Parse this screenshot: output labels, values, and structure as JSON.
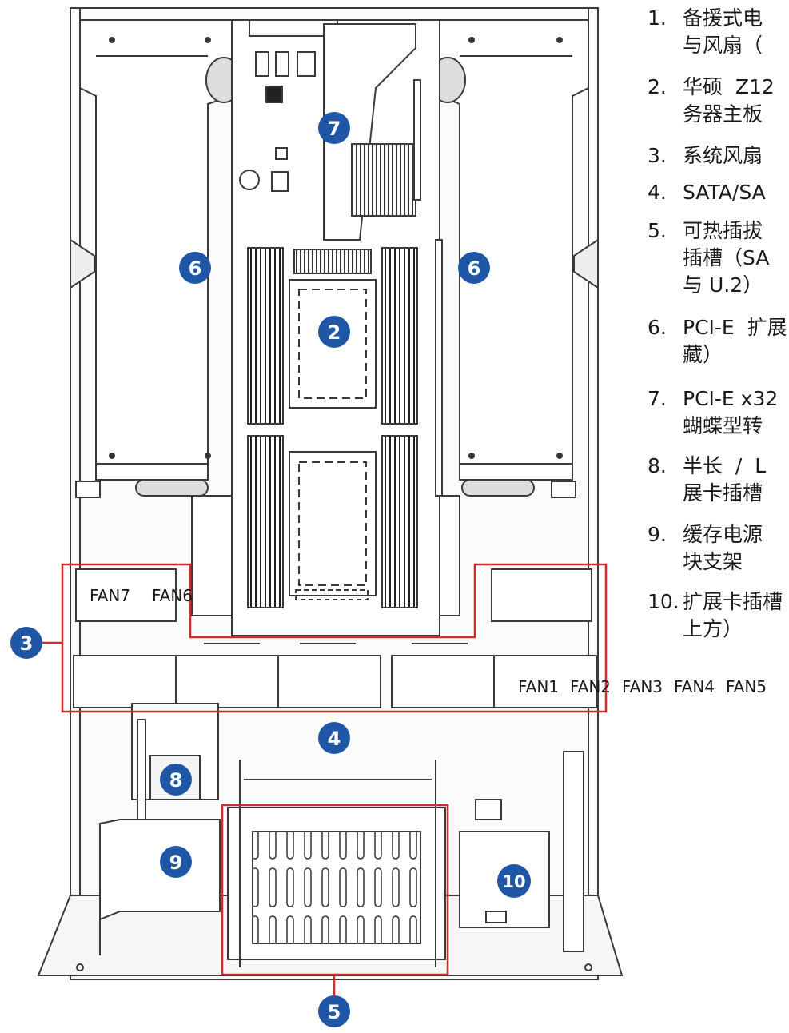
{
  "legend": [
    {
      "num": "1.",
      "text": "备援式电\n与风扇（"
    },
    {
      "num": "2.",
      "text": "华硕  Z12\n务器主板"
    },
    {
      "num": "3.",
      "text": "系统风扇"
    },
    {
      "num": "4.",
      "text": "SATA/SA"
    },
    {
      "num": "5.",
      "text": "可热插拔\n插槽（SA\n与 U.2）"
    },
    {
      "num": "6.",
      "text": "PCI-E  扩展\n藏）"
    },
    {
      "num": "7.",
      "text": "PCI-E x32\n蝴蝶型转"
    },
    {
      "num": "8.",
      "text": "半长  /  L\n展卡插槽"
    },
    {
      "num": "9.",
      "text": "缓存电源\n块支架"
    },
    {
      "num": "10.",
      "text": "扩展卡插槽\n上方）"
    }
  ],
  "fan_labels": {
    "fan7": "FAN7",
    "fan6": "FAN6",
    "fan1": "FAN1",
    "fan2": "FAN2",
    "fan3": "FAN3",
    "fan4": "FAN4",
    "fan5": "FAN5"
  },
  "callouts": {
    "c2": "2",
    "c3": "3",
    "c4": "4",
    "c5": "5",
    "c6_left": "6",
    "c6_right": "6",
    "c7": "7",
    "c8": "8",
    "c9": "9",
    "c10": "10"
  },
  "colors": {
    "callout_fill": "#1f57a6",
    "highlight_red": "#d22b2b",
    "line": "#3a3a3a"
  }
}
